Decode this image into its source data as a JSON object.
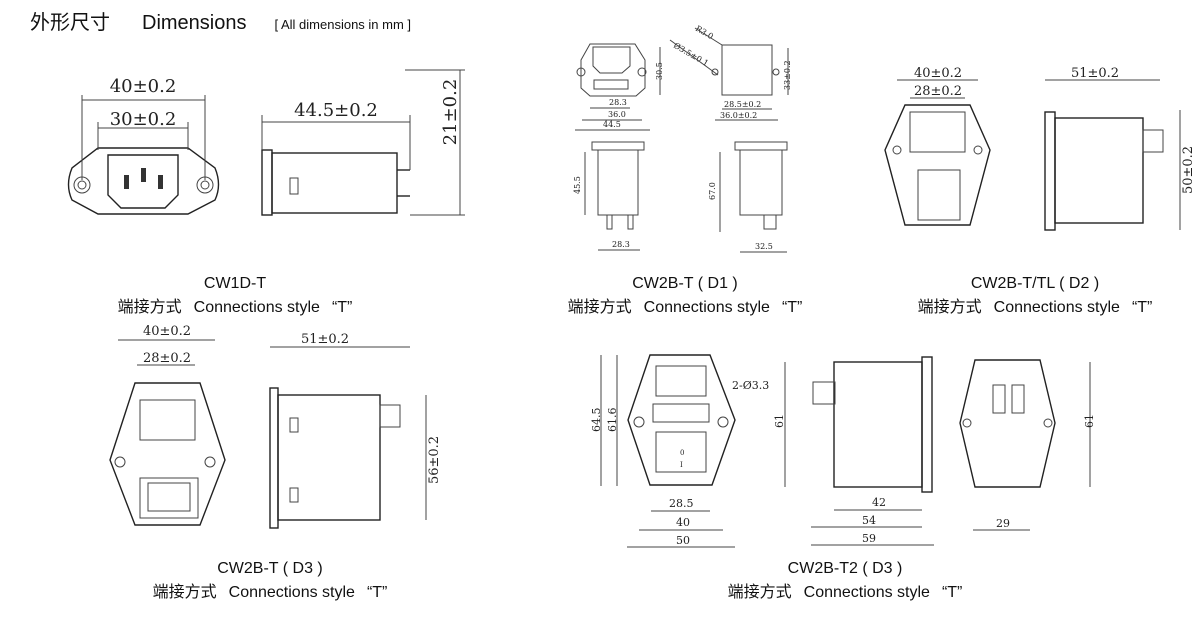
{
  "header": {
    "title_cn": "外形尺寸",
    "title_en": "Dimensions",
    "note": "[ All dimensions in mm ]"
  },
  "connection": {
    "label_cn": "端接方式",
    "label_en": "Connections style",
    "style": "“T”"
  },
  "drawings": [
    {
      "model": "CW1D-T",
      "dims": [
        "40±0.2",
        "30±0.2",
        "44.5±0.2",
        "21±0.2"
      ]
    },
    {
      "model": "CW2B-T ( D1 )",
      "dims": [
        "R3.0",
        "Ø3.5±0.1",
        "30.5",
        "28.3",
        "36.0",
        "44.5",
        "28.5±0.2",
        "36.0±0.2",
        "33±0.2",
        "45.5",
        "28.3",
        "67.0",
        "32.5"
      ]
    },
    {
      "model": "CW2B-T/TL ( D2 )",
      "dims": [
        "40±0.2",
        "28±0.2",
        "51±0.2",
        "50±0.2"
      ]
    },
    {
      "model": "CW2B-T ( D3 )",
      "dims": [
        "40±0.2",
        "28±0.2",
        "51±0.2",
        "56±0.2"
      ]
    },
    {
      "model": "CW2B-T2 ( D3 )",
      "dims": [
        "2-Ø3.3",
        "64.5",
        "61.6",
        "28.5",
        "40",
        "50",
        "61",
        "42",
        "54",
        "59",
        "61",
        "29"
      ],
      "switch_marks": [
        "0",
        "I"
      ]
    }
  ]
}
